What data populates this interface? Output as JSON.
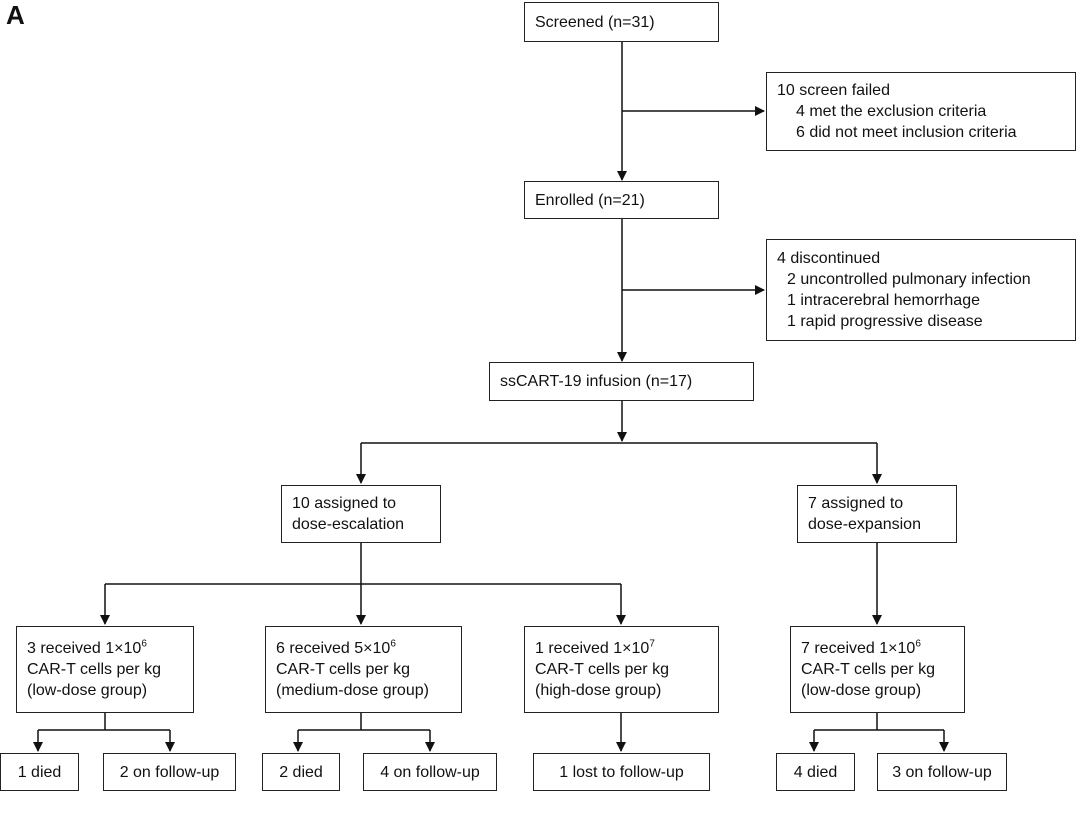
{
  "panel_label": "A",
  "screened": "Screened (n=31)",
  "screen_failed": {
    "title": "10 screen failed",
    "items": [
      "4 met the exclusion criteria",
      "6 did not meet inclusion criteria"
    ]
  },
  "enrolled": "Enrolled (n=21)",
  "discontinued": {
    "title": "4 discontinued",
    "items": [
      "2 uncontrolled pulmonary infection",
      "1 intracerebral hemorrhage",
      "1 rapid progressive disease"
    ]
  },
  "infusion": "ssCART-19 infusion (n=17)",
  "escalation": [
    "10 assigned to",
    "dose-escalation"
  ],
  "expansion": [
    "7 assigned to",
    "dose-expansion"
  ],
  "groups": [
    {
      "prefix": "3 received 1×10",
      "exp": "6",
      "line2": "CAR-T cells per kg",
      "line3": "(low-dose group)"
    },
    {
      "prefix": "6 received 5×10",
      "exp": "6",
      "line2": "CAR-T cells per kg",
      "line3": "(medium-dose group)"
    },
    {
      "prefix": "1 received 1×10",
      "exp": "7",
      "line2": "CAR-T cells per kg",
      "line3": "(high-dose group)"
    },
    {
      "prefix": "7 received 1×10",
      "exp": "6",
      "line2": "CAR-T cells per kg",
      "line3": "(low-dose group)"
    }
  ],
  "outcomes": {
    "low_died": "1 died",
    "low_follow": "2 on follow-up",
    "medium_died": "2 died",
    "medium_follow": "4 on follow-up",
    "high_lost": "1 lost to follow-up",
    "exp_died": "4 died",
    "exp_follow": "3 on follow-up"
  }
}
